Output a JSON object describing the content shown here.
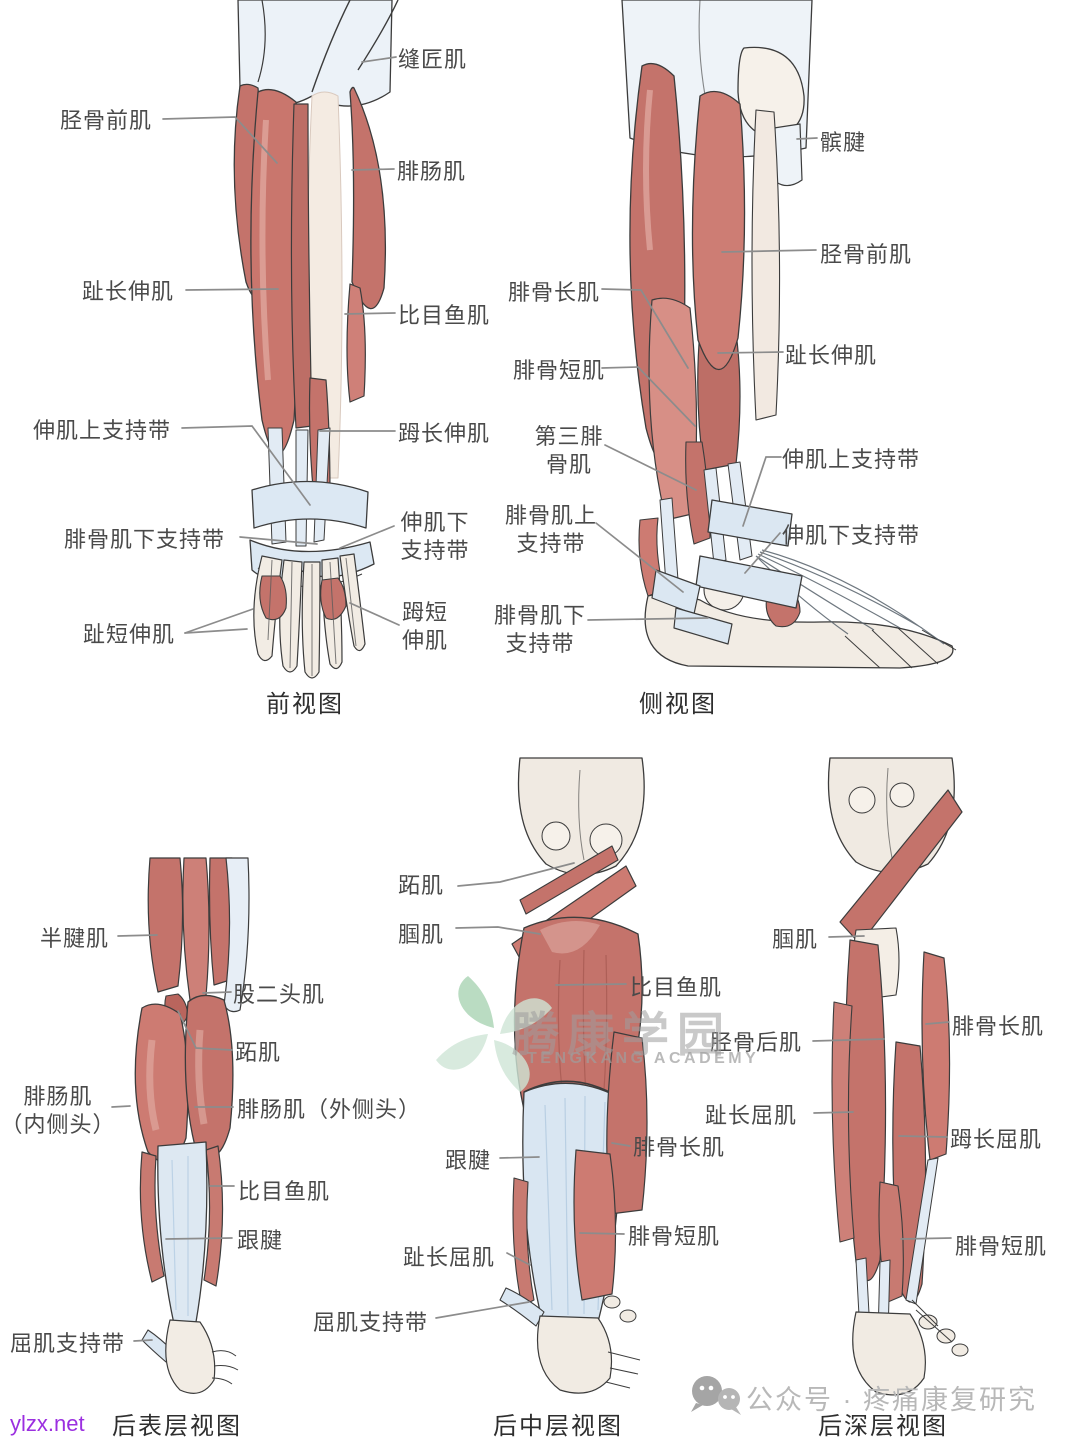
{
  "colors": {
    "muscle_red": "#c4736b",
    "tendon_blue": "#dbe7f2",
    "bone_cream": "#f1ebe3",
    "watermark_green": "#a9d4b4",
    "watermark_gray": "#9e9e9e",
    "footer_gray": "#b8b8b8",
    "link_purple": "#9b2fe0"
  },
  "figures": {
    "front_view": {
      "caption": "前视图",
      "labels": {
        "sartorius": "缝匠肌",
        "tibialis_anterior": "胫骨前肌",
        "gastrocnemius": "腓肠肌",
        "extensor_digitorum_longus": "趾长伸肌",
        "soleus": "比目鱼肌",
        "superior_extensor_retinaculum": "伸肌上支持带",
        "extensor_hallucis_longus": "𧿹长伸肌",
        "inferior_peroneal_retinaculum": "腓骨肌下支持带",
        "inferior_extensor_retinaculum": "伸肌下\n支持带",
        "extensor_digitorum_brevis": "趾短伸肌",
        "extensor_hallucis_brevis": "𧿹短\n伸肌"
      }
    },
    "side_view": {
      "caption": "侧视图",
      "labels": {
        "patellar_tendon": "髌腱",
        "tibialis_anterior": "胫骨前肌",
        "peroneus_longus": "腓骨长肌",
        "extensor_digitorum_longus": "趾长伸肌",
        "peroneus_brevis": "腓骨短肌",
        "peroneus_tertius": "第三腓\n骨肌",
        "superior_extensor_retinaculum": "伸肌上支持带",
        "superior_peroneal_retinaculum": "腓骨肌上\n支持带",
        "inferior_extensor_retinaculum": "伸肌下支持带",
        "inferior_peroneal_retinaculum": "腓骨肌下\n支持带"
      }
    },
    "posterior_superficial": {
      "caption": "后表层视图",
      "labels": {
        "semitendinosus": "半腱肌",
        "biceps_femoris": "股二头肌",
        "plantaris": "跖肌",
        "gastrocnemius_medial_head": "腓肠肌\n（内侧头）",
        "gastrocnemius_lateral_head": "腓肠肌（外侧头）",
        "soleus": "比目鱼肌",
        "achilles_tendon": "跟腱",
        "flexor_retinaculum": "屈肌支持带"
      }
    },
    "posterior_middle": {
      "caption": "后中层视图",
      "labels": {
        "plantaris": "跖肌",
        "popliteus": "腘肌",
        "soleus": "比目鱼肌",
        "achilles_tendon": "跟腱",
        "peroneus_longus": "腓骨长肌",
        "flexor_digitorum_longus": "趾长屈肌",
        "peroneus_brevis": "腓骨短肌",
        "flexor_retinaculum": "屈肌支持带"
      }
    },
    "posterior_deep": {
      "caption": "后深层视图",
      "labels": {
        "popliteus": "腘肌",
        "tibialis_posterior": "胫骨后肌",
        "flexor_digitorum_longus": "趾长屈肌",
        "peroneus_longus": "腓骨长肌",
        "flexor_hallucis_longus": "𧿹长屈肌",
        "peroneus_brevis": "腓骨短肌"
      }
    }
  },
  "watermarks": {
    "site": "ylzx.net",
    "brand_cn": "腾康学园",
    "brand_en": "TENGKANG ACADEMY",
    "footer": "公众号 · 疼痛康复研究"
  }
}
